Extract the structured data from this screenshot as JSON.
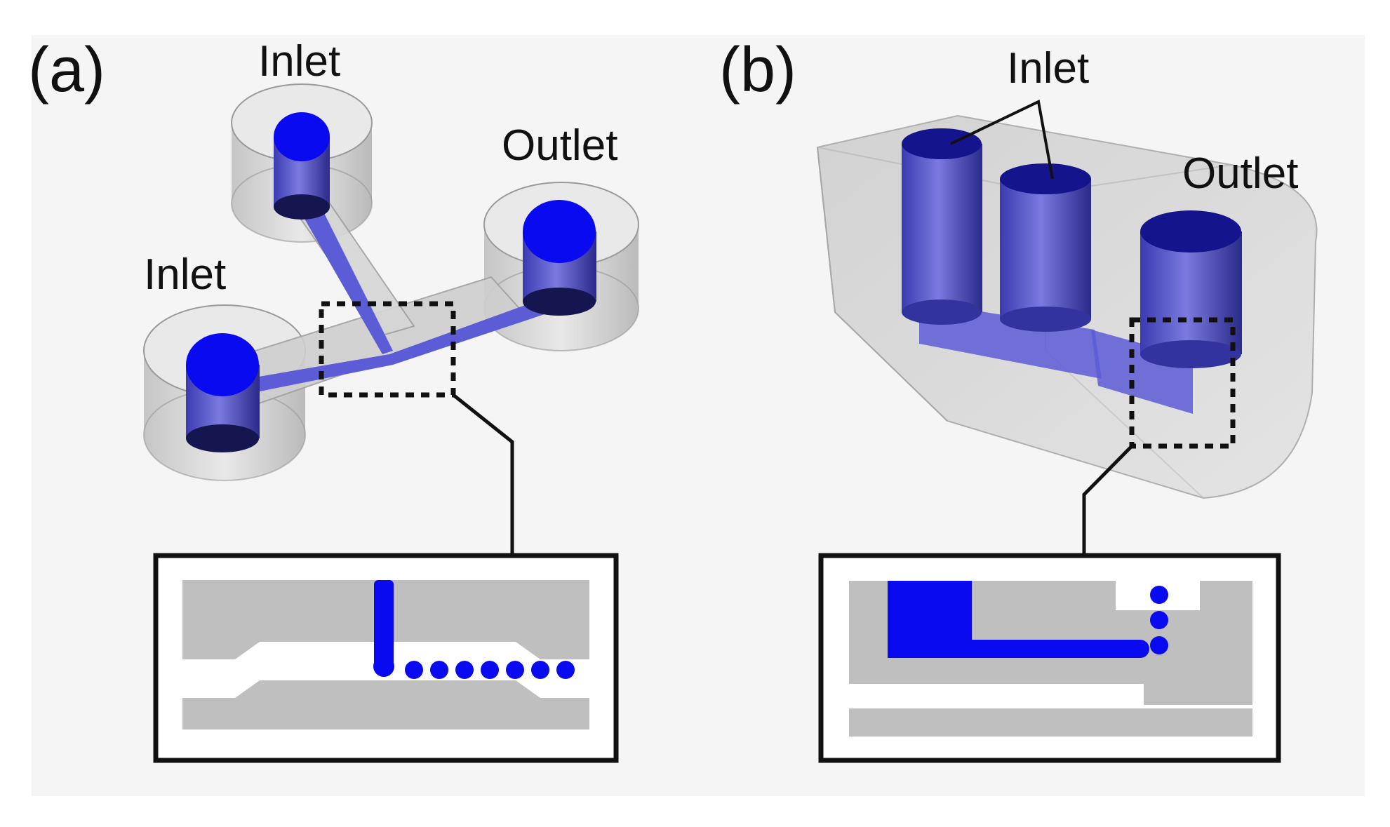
{
  "panels": [
    {
      "id": "a",
      "label": "(a)",
      "inlet_top_label": "Inlet",
      "inlet_left_label": "Inlet",
      "outlet_label": "Outlet",
      "inset_droplet_count": 7
    },
    {
      "id": "b",
      "label": "(b)",
      "inlet_label": "Inlet",
      "outlet_label": "Outlet",
      "inset_droplet_count": 3
    }
  ],
  "colors": {
    "fluid_blue": "#0a0af0",
    "channel_blue": "#5c5cd6",
    "chip_gray": "#c2c2c2",
    "housing_gray": "#d9d9d9",
    "background": "#f7f7f7",
    "inset_channel": "#bfbfbf",
    "outline": "#111111"
  }
}
